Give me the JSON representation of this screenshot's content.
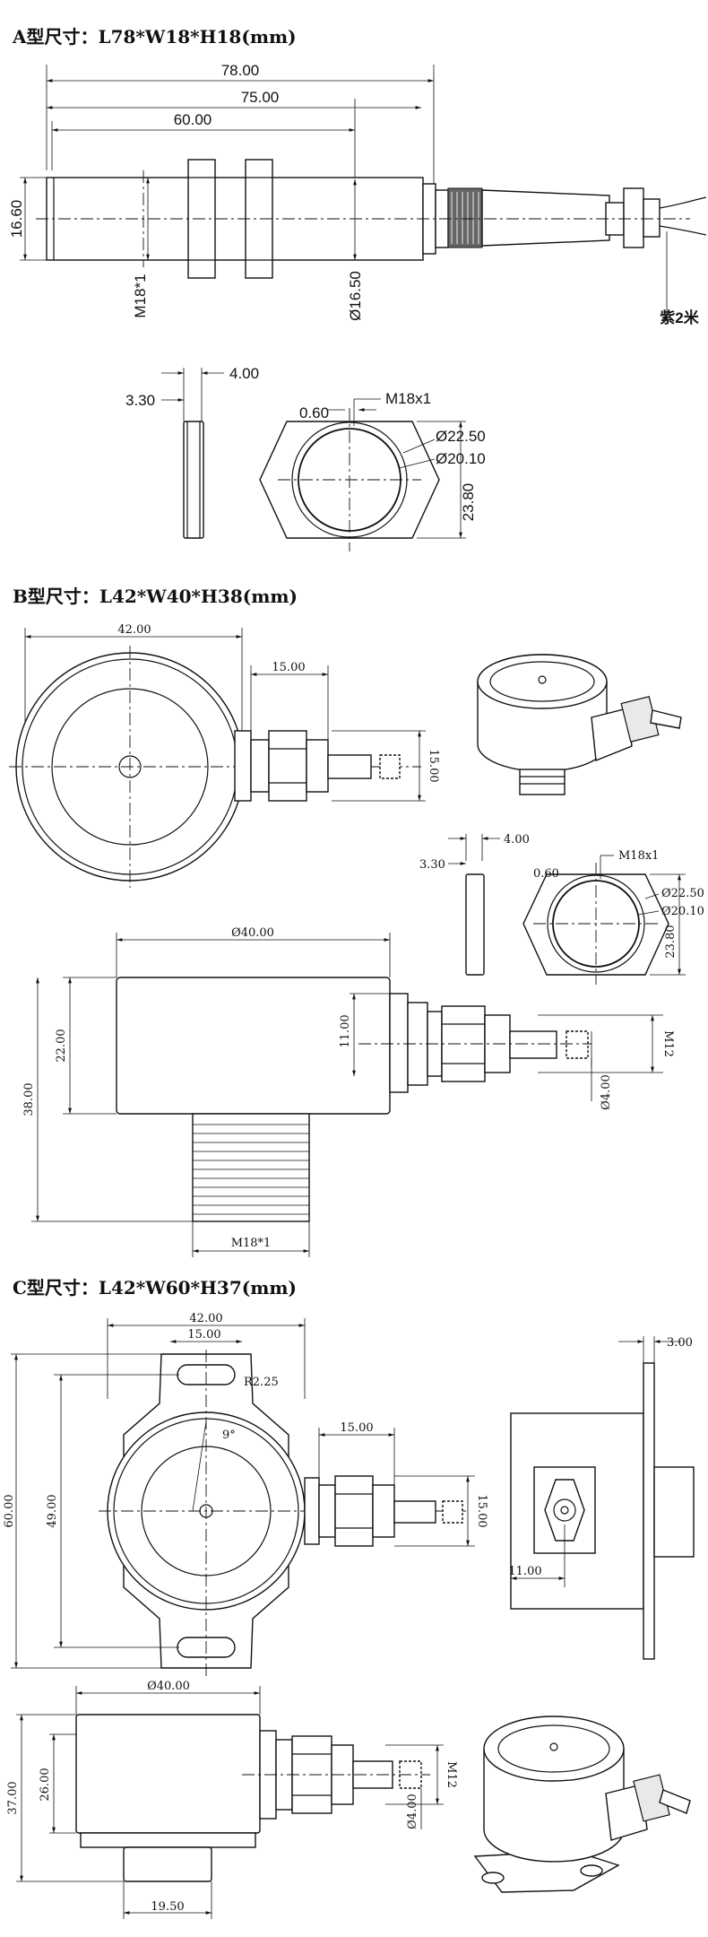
{
  "sections": {
    "a": {
      "title": "A型尺寸：L78*W18*H18(mm)",
      "dims": {
        "overall_length": "78.00",
        "body_length": "75.00",
        "thread_length": "60.00",
        "height": "16.60",
        "thread": "M18*1",
        "diameter": "Ø16.50",
        "cable": "紫2米",
        "nut_thickness_outer": "4.00",
        "nut_thickness_inner": "3.30",
        "pitch": "0.60",
        "nut_thread": "M18x1",
        "outer_dia": "Ø22.50",
        "inner_dia": "Ø20.10",
        "across_corners": "23.80"
      }
    },
    "b": {
      "title": "B型尺寸：L42*W40*H38(mm)",
      "dims": {
        "top_width": "42.00",
        "connector_length": "15.00",
        "connector_height": "15.00",
        "nut_thickness_outer": "4.00",
        "nut_thickness_inner": "3.30",
        "pitch": "0.60",
        "nut_thread": "M18x1",
        "outer_dia": "Ø22.50",
        "inner_dia": "Ø20.10",
        "across_corners": "23.80",
        "body_dia": "Ø40.00",
        "conn_offset": "11.00",
        "body_height": "22.00",
        "total_height": "38.00",
        "cable_thread": "M12",
        "cable_dia": "Ø4.00",
        "thread": "M18*1"
      }
    },
    "c": {
      "title": "C型尺寸：L42*W60*H37(mm)",
      "dims": {
        "top_width": "42.00",
        "slot_width": "15.00",
        "slot_radius": "R2.25",
        "angle": "9°",
        "connector_length": "15.00",
        "connector_height": "15.00",
        "total_length": "60.00",
        "hole_spacing": "49.00",
        "flange_thickness": "3.00",
        "side_offset": "11.00",
        "body_dia": "Ø40.00",
        "body_height": "26.00",
        "total_height": "37.00",
        "base_width": "19.50",
        "cable_thread": "M12",
        "cable_dia": "Ø4.00"
      }
    }
  }
}
